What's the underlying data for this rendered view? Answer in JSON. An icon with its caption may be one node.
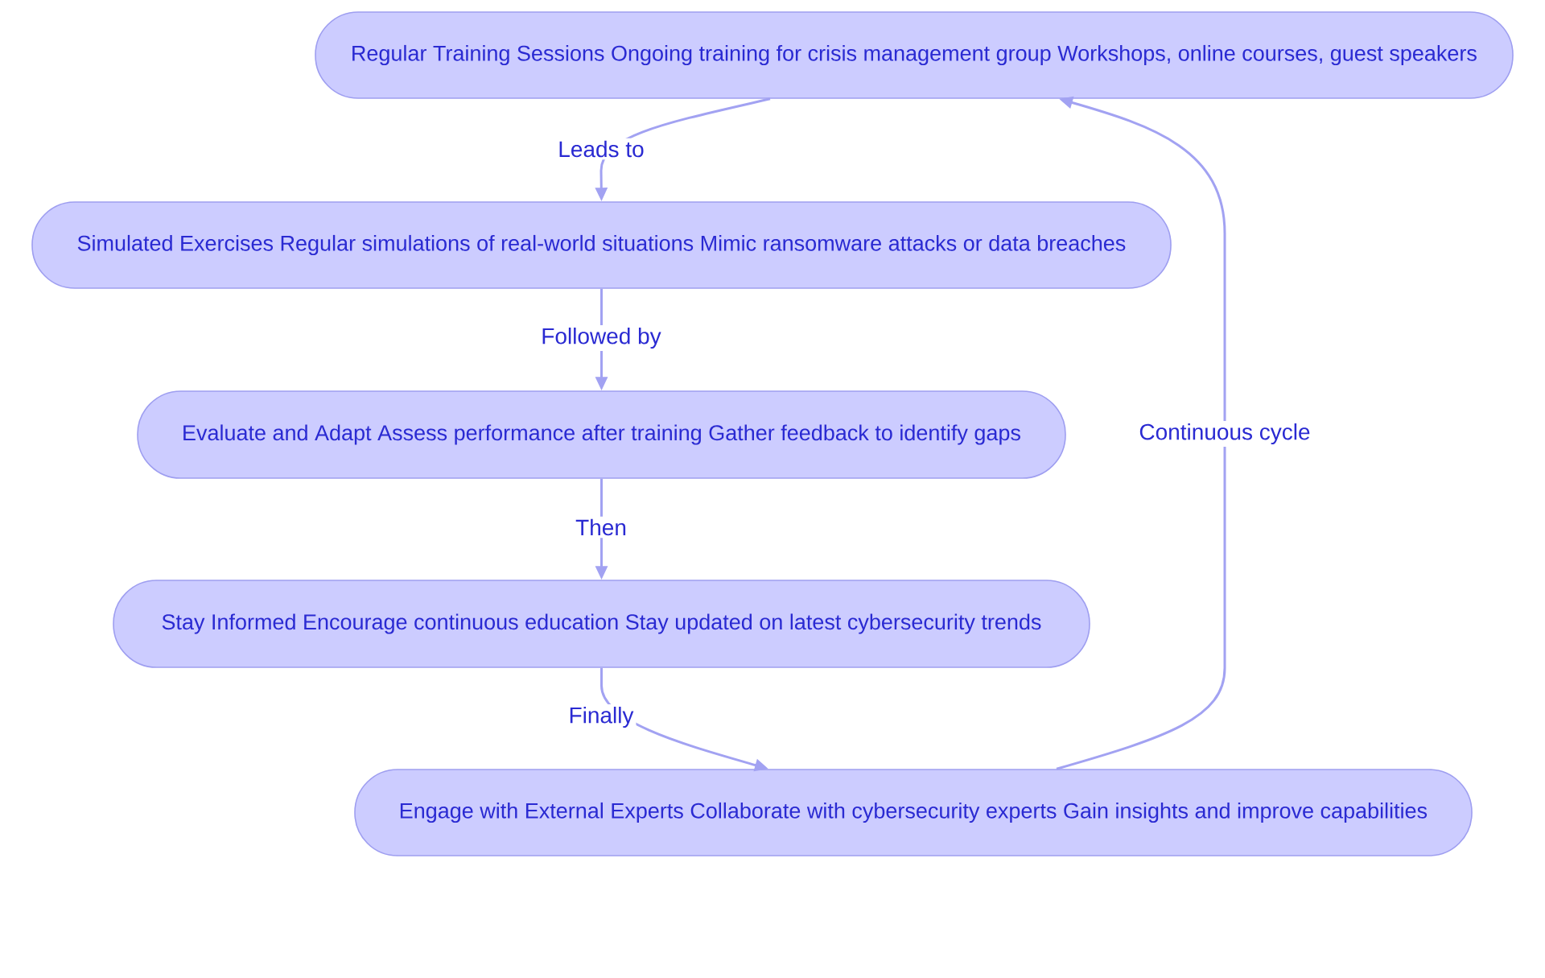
{
  "diagram": {
    "nodes": [
      {
        "text": [
          "Regular Training Sessions Ongoing training for crisis management group Workshops, online courses, guest speakers"
        ]
      },
      {
        "text": [
          "Simulated Exercises Regular simulations of real-world situations Mimic ransomware attacks or data breaches"
        ]
      },
      {
        "text": [
          "Evaluate and Adapt Assess performance after training Gather feedback to identify gaps"
        ]
      },
      {
        "text": [
          "Stay Informed Encourage continuous education Stay updated on latest cybersecurity trends"
        ]
      },
      {
        "text": [
          "Engage with External Experts Collaborate with cybersecurity experts Gain insights and improve capabilities"
        ]
      }
    ],
    "edges": [
      {
        "from": 0,
        "to": 1,
        "arrow": "to",
        "label": "Leads to"
      },
      {
        "from": 1,
        "to": 2,
        "arrow": "to",
        "label": "Followed by"
      },
      {
        "from": 2,
        "to": 3,
        "arrow": "to",
        "label": "Then"
      },
      {
        "from": 3,
        "to": 4,
        "arrow": "to",
        "label": "Finally"
      },
      {
        "from": 4,
        "to": 0,
        "arrow": "to",
        "label": "Continuous cycle"
      }
    ]
  }
}
